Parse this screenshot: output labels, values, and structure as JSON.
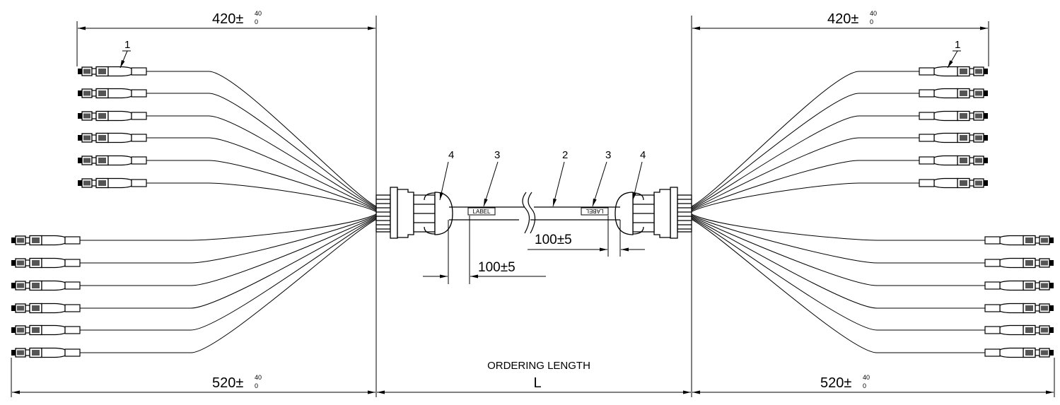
{
  "dimensions": {
    "top_left": {
      "value": "420±",
      "tol_upper": "40",
      "tol_lower": "0"
    },
    "top_right": {
      "value": "420±",
      "tol_upper": "40",
      "tol_lower": "0"
    },
    "bottom_left": {
      "value": "520±",
      "tol_upper": "40",
      "tol_lower": "0"
    },
    "bottom_right": {
      "value": "520±",
      "tol_upper": "40",
      "tol_lower": "0"
    },
    "label_offset_left": "100±5",
    "label_offset_right": "100±5"
  },
  "ordering": {
    "caption": "ORDERING LENGTH",
    "symbol": "L"
  },
  "callouts": {
    "connector_left": "1",
    "connector_right": "1",
    "cable": "2",
    "label_left": "3",
    "label_right": "3",
    "gland_left": "4",
    "gland_right": "4"
  },
  "labels": {
    "left": "LABEL",
    "right": "LABEL"
  },
  "colors": {
    "line": "#000000",
    "background": "#ffffff",
    "connector_fill": "#555555"
  }
}
